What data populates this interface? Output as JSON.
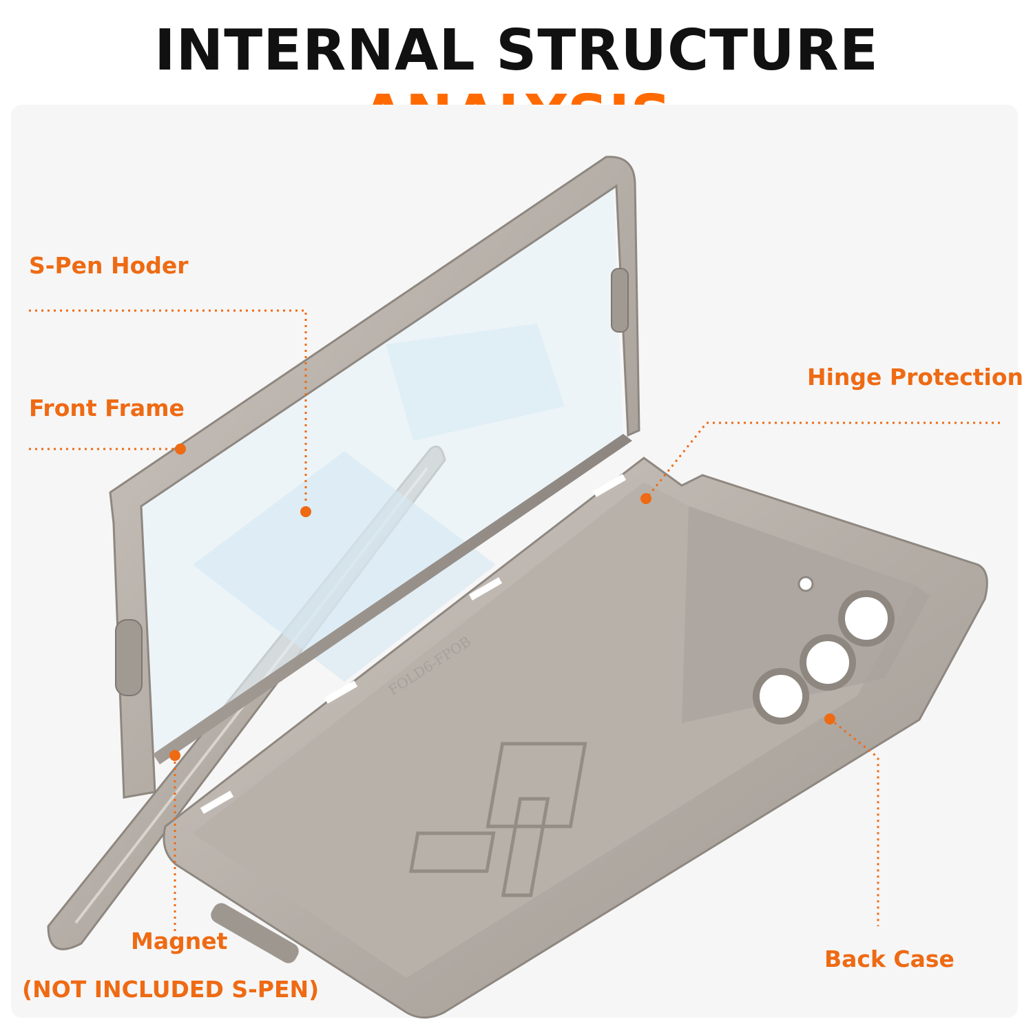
{
  "title": {
    "main": "INTERNAL STRUCTURE",
    "accent": "ANALYSIS"
  },
  "labels": {
    "spen_holder": "S-Pen Hoder",
    "front_frame": "Front Frame",
    "hinge_protection": "Hinge Protection",
    "magnet": "Magnet",
    "note": "(NOT INCLUDED S-PEN)",
    "back_case": "Back Case"
  },
  "case_engraving": "FOLD6-FPOB",
  "colors": {
    "accent": "#ff6a00",
    "label": "#ee6a13",
    "case": "#b3aca5",
    "background": "#f6f6f6"
  }
}
